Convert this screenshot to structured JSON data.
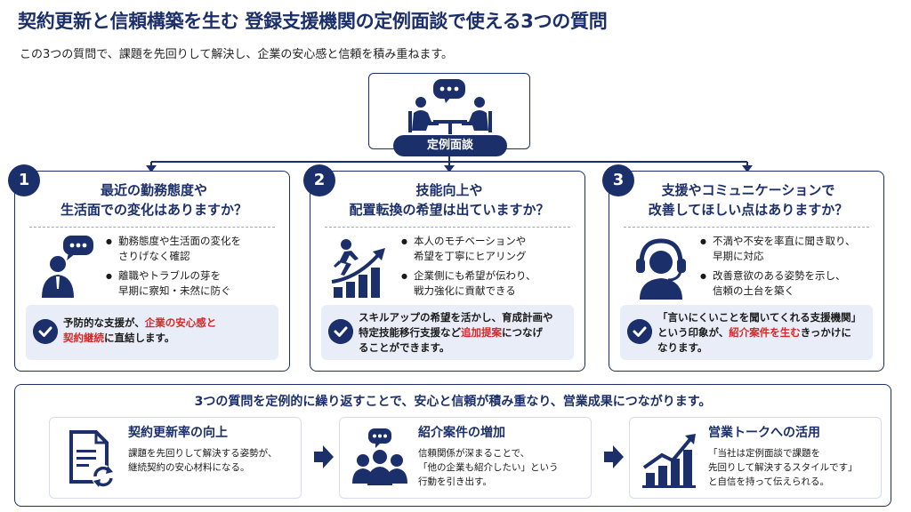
{
  "header": {
    "title": "契約更新と信頼構築を生む 登録支援機関の定例面談で使える3つの質問",
    "subtitle": "この3つの質問で、課題を先回りして解決し、企業の安心感と信頼を積み重ねます。"
  },
  "center": {
    "label": "定例面談"
  },
  "cards": [
    {
      "number": "1",
      "title_lines": [
        "最近の勤務態度や",
        "生活面での変化はありますか？"
      ],
      "bullets": [
        [
          "勤務態度や生活面の変化を",
          "さりげなく確認"
        ],
        [
          "離職やトラブルの芽を",
          "早期に察知・未然に防ぐ"
        ]
      ],
      "callout": {
        "l1_pre": "予防的な支援が、",
        "l1_red": "企業の安心感と",
        "l2_red": "契約継続",
        "l2_post": "に直結します。",
        "l3": ""
      }
    },
    {
      "number": "2",
      "title_lines": [
        "技能向上や",
        "配置転換の希望は出ていますか？"
      ],
      "bullets": [
        [
          "本人のモチベーションや",
          "希望を丁寧にヒアリング"
        ],
        [
          "企業側にも希望が伝わり、",
          "戦力強化に貢献できる"
        ]
      ],
      "callout": {
        "l1_pre": "スキルアップの希望を活かし、育成計画や",
        "l1_red": "",
        "l2_pre": "特定技能移行支援など",
        "l2_red": "追加提案",
        "l2_post": "につなげ",
        "l3": "ることができます。"
      }
    },
    {
      "number": "3",
      "title_lines": [
        "支援やコミュニケーションで",
        "改善してほしい点はありますか？"
      ],
      "bullets": [
        [
          "不満や不安を率直に聞き取り、",
          "早期に対応"
        ],
        [
          "改善意欲のある姿勢を示し、",
          "信頼の土台を築く"
        ]
      ],
      "callout": {
        "l1_pre": "「言いにくいことを聞いてくれる支援機関」",
        "l1_red": "",
        "l2_pre": "という印象が、",
        "l2_red": "紹介案件を生む",
        "l2_post": "きっかけに",
        "l3": "なります。"
      }
    }
  ],
  "bottom": {
    "headline": "3つの質問を定例的に繰り返すことで、安心と信頼が積み重なり、営業成果につながります。",
    "items": [
      {
        "title": "契約更新率の向上",
        "lines": [
          "課題を先回りして解決する姿勢が、",
          "継続契約の安心材料になる。",
          ""
        ]
      },
      {
        "title": "紹介案件の増加",
        "lines": [
          "信頼関係が深まることで、",
          "「他の企業も紹介したい」という",
          "行動を引き出す。"
        ]
      },
      {
        "title": "営業トークへの活用",
        "lines": [
          "「当社は定例面談で課題を",
          "先回りして解決するスタイルです」",
          "と自信を持って伝えられる。"
        ]
      }
    ]
  },
  "colors": {
    "navy": "#1b2f6b",
    "accent_red": "#d62828",
    "callout_bg": "#e8edf7"
  }
}
